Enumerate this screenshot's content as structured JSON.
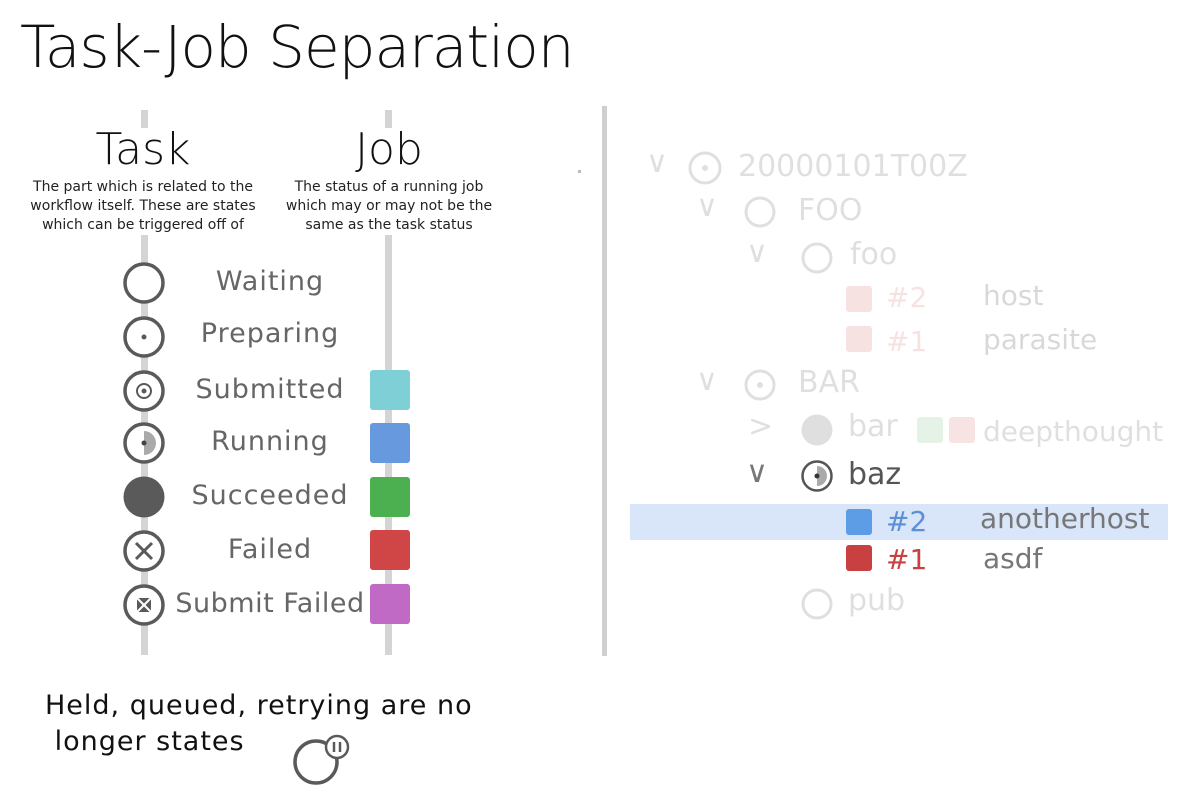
{
  "title": "Task-Job Separation",
  "task": {
    "heading": "Task",
    "description": "The part which is related to the workflow itself. These are states which can be triggered off of"
  },
  "job": {
    "heading": "Job",
    "description": "The status of a running job which may or may not be the same as the task status"
  },
  "states": [
    {
      "label": "Waiting",
      "icon": "waiting-icon",
      "job_color": null
    },
    {
      "label": "Preparing",
      "icon": "preparing-icon",
      "job_color": null
    },
    {
      "label": "Submitted",
      "icon": "submitted-icon",
      "job_color": "#7fcfd6"
    },
    {
      "label": "Running",
      "icon": "running-icon",
      "job_color": "#6699dd"
    },
    {
      "label": "Succeeded",
      "icon": "succeeded-icon",
      "job_color": "#4caf50"
    },
    {
      "label": "Failed",
      "icon": "failed-icon",
      "job_color": "#d04545"
    },
    {
      "label": "Submit Failed",
      "icon": "submit-failed-icon",
      "job_color": "#c06ac6"
    }
  ],
  "footer": {
    "text": "Held, queued, retrying are no\n longer states",
    "icon": "held-icon"
  },
  "tree": {
    "cycle": {
      "label": "20000101T00Z",
      "icon": "preparing-icon",
      "expanded": true
    },
    "families": [
      {
        "label": "FOO",
        "icon": "waiting-icon",
        "expanded": true,
        "tasks": [
          {
            "label": "foo",
            "icon": "waiting-icon",
            "expanded": true,
            "jobs": [
              {
                "number": "#2",
                "host": "host",
                "color": "#d04545"
              },
              {
                "number": "#1",
                "host": "parasite",
                "color": "#d04545"
              }
            ]
          }
        ]
      },
      {
        "label": "BAR",
        "icon": "preparing-icon",
        "expanded": true,
        "tasks": [
          {
            "label": "bar",
            "icon": "succeeded-icon",
            "expanded": false,
            "job_colors": [
              "#4caf50",
              "#d04545"
            ],
            "host": "deepthought"
          },
          {
            "label": "baz",
            "icon": "running-icon",
            "expanded": true,
            "jobs": [
              {
                "number": "#2",
                "host": "anotherhost",
                "color": "#6699dd",
                "selected": true
              },
              {
                "number": "#1",
                "host": "asdf",
                "color": "#d04545"
              }
            ]
          },
          {
            "label": "pub",
            "icon": "waiting-icon",
            "expanded": false
          }
        ]
      }
    ]
  },
  "colors": {
    "selection": "#d9e5f8",
    "job_blue": "#5c8fd6",
    "job_red": "#c94040"
  }
}
